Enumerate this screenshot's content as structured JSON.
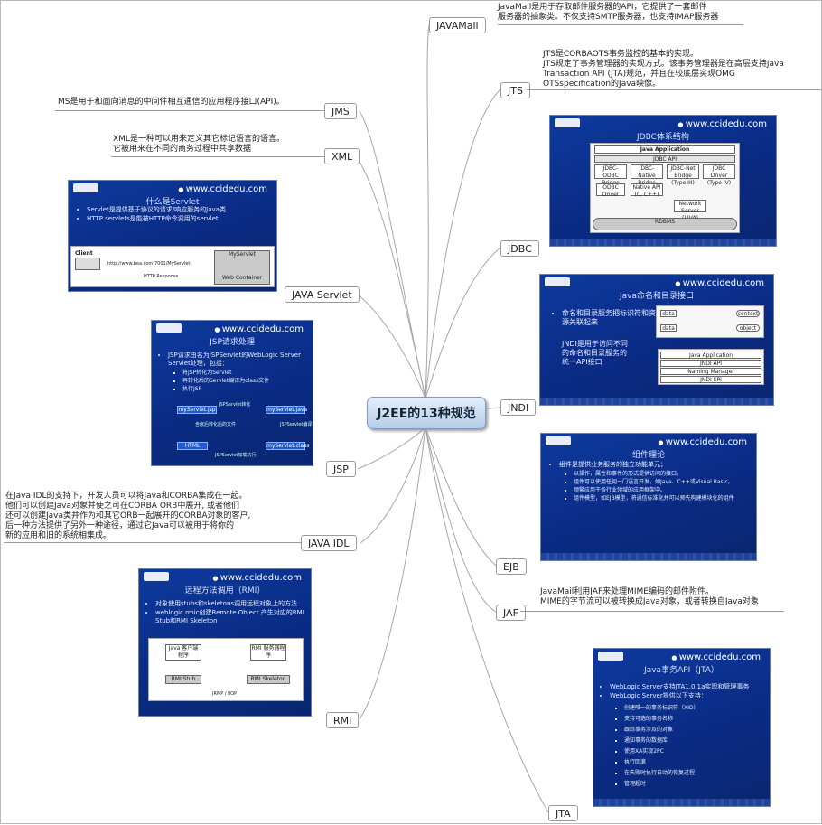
{
  "center": {
    "label": "J2EE的13种规范"
  },
  "topics": {
    "javamail": "JAVAMail",
    "jts": "JTS",
    "jdbc": "JDBC",
    "jndi": "JNDI",
    "ejb": "EJB",
    "jaf": "JAF",
    "jta": "JTA",
    "jms": "JMS",
    "xml": "XML",
    "java_servlet": "JAVA Servlet",
    "jsp": "JSP",
    "java_idl": "JAVA IDL",
    "rmi": "RMI"
  },
  "notes": {
    "javamail": [
      "JavaMail是用于存取邮件服务器的API，它提供了一套邮件",
      "服务器的抽象类。不仅支持SMTP服务器，也支持IMAP服务器"
    ],
    "jts": [
      "JTS是CORBAOTS事务监控的基本的实现。",
      "JTS规定了事务管理器的实现方式。该事务管理器是在高层支持Java",
      "Transaction API (JTA)规范，并且在较底层实现OMG",
      "OTSspecification的Java映像。"
    ],
    "jms": [
      "MS是用于和面向消息的中间件相互通信的应用程序接口(API)。"
    ],
    "xml": [
      "XML是一种可以用来定义其它标记语言的语言。",
      "它被用来在不同的商务过程中共享数据"
    ],
    "java_idl": [
      "在Java IDL的支持下，开发人员可以将Java和CORBA集成在一起。",
      "他们可以创建Java对象并使之可在CORBA ORB中展开, 或者他们",
      "还可以创建Java类并作为和其它ORB一起展开的CORBA对象的客户,",
      "后一种方法提供了另外一种途径，通过它Java可以被用于将你的",
      "新的应用和旧的系统相集成。"
    ],
    "jaf": [
      "JavaMail利用JAF来处理MIME编码的邮件附件。",
      "MIME的字节流可以被转换成Java对象，或者转换自Java对象"
    ]
  },
  "slides": {
    "url": "www.ccidedu.com",
    "jdbc": {
      "title": "JDBC体系结构",
      "app": "Java Application",
      "api": "JDBC API",
      "drivers": [
        "JDBC-ODBC Bridge (Type I)",
        "JDBC-Native Bridge (Type II)",
        "JDBC-Net Bridge (Type III)",
        "JDBC Driver (Type IV)"
      ],
      "odbc": "ODBC Driver",
      "native": "Native API (C, C++)",
      "netserver": "Network Server (JAVA)",
      "rdbms": "RDBMS"
    },
    "jndi": {
      "title": "Java命名和目录接口",
      "bullets": [
        "命名和目录服务把标识符和资源关联起来"
      ],
      "body": [
        "JNDI是用于访问不同",
        "的命名和目录服务的",
        "统一API接口"
      ],
      "tags": [
        "data",
        "data",
        "context",
        "object"
      ],
      "layers": [
        "Java Application",
        "JNDI API",
        "Naming Manager",
        "JNDI SPI"
      ]
    },
    "ejb": {
      "title": "组件理论",
      "bullets": [
        "组件是提供业务服务的独立功能单元；"
      ],
      "sub": [
        "以操作，属性和事件的形式提供访问的接口。",
        "组件可以使用任何一门语言开发，如Java、C++或Visual Basic。",
        "频繁应用于各行业领域的应用框架中。",
        "组件模型，如EJB模型，将通信标准化并可以预先构建模块化的组件"
      ]
    },
    "jta": {
      "title": "Java事务API（JTA）",
      "bullets": [
        "WebLogic Server支持JTA1.0.1a实现和管理事务",
        "WebLogic Server提供以下支持："
      ],
      "sub": [
        "创建唯一的事务标识符（XID）",
        "支持可选的事务名称",
        "跟踪事务涉及的对象",
        "通知事务的数据库",
        "使用XA实现2PC",
        "执行回滚",
        "在失败时执行自动的恢复过程",
        "管理超时"
      ]
    },
    "servlet": {
      "title": "什么是Servlet",
      "bullets": [
        "Servlet是提供基于协议的请求/响应服务的Java类",
        "HTTP servlets是能被HTTP命令调用的servlet"
      ],
      "client": "Client",
      "request": "http://www.bea.com:7001/MyServlet",
      "response": "HTTP Response",
      "server": "MyServlet",
      "container": "Web Container"
    },
    "jsp": {
      "title": "JSP请求处理",
      "bullets": [
        "JSP请求由名为JSPServlet的WebLogic Server Servlet处理，包括："
      ],
      "sub": [
        "将JSP转化为Servlet",
        "再转化后的Servlet编译为class文件",
        "执行JSP"
      ],
      "nodes": [
        "myServlet.jsp",
        "myServlet.java",
        "HTML",
        "myServlet.class"
      ],
      "labels": [
        "JSPServlet转化",
        "JSPServlet编译",
        "含嵌后转化后的文件",
        "JSPServlet加载执行"
      ]
    },
    "rmi": {
      "title": "远程方法调用（RMI）",
      "bullets": [
        "对象使用stubs和skeletons调用远程对象上的方法",
        "weblogic.rmic创建Remote Object 产生对应的RMI Stub和RMI Skeleton"
      ],
      "client": "Java 客户端程序",
      "server": "RMI 服务器程序",
      "stub": "RMI Stub",
      "skeleton": "RMI Skeleton",
      "protocol": "JRMP / IIOP"
    }
  }
}
